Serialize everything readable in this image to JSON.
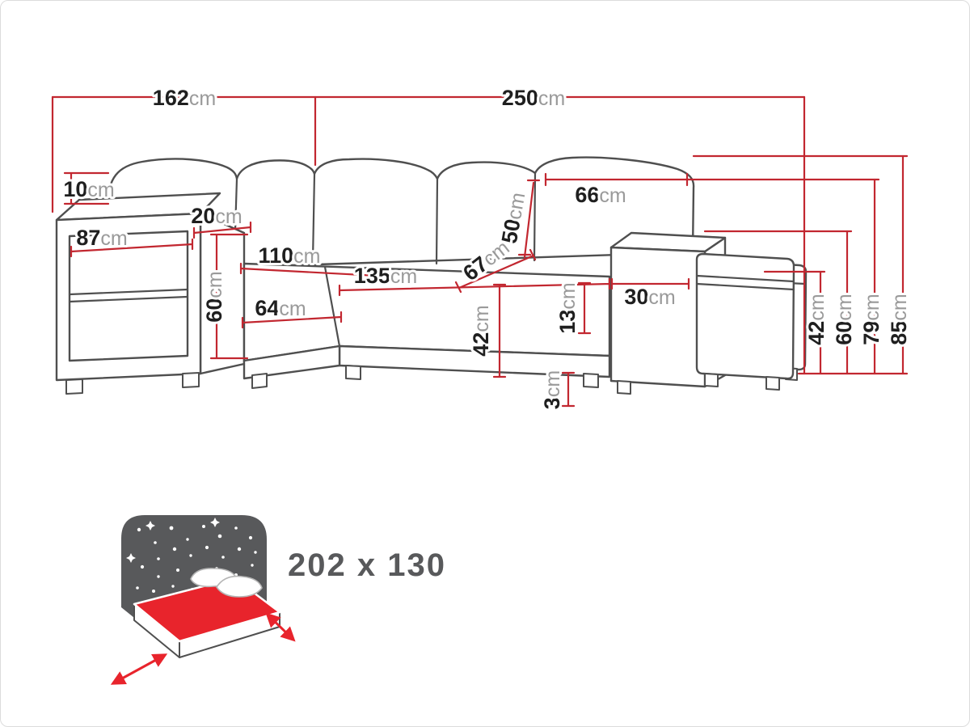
{
  "colors": {
    "accent_red": "#c22730",
    "line_gray": "#4f4f4f",
    "icon_gray": "#58595b",
    "mattress_red": "#e8242c"
  },
  "dimensions": {
    "width_left_section": {
      "num": "162",
      "unit": "cm"
    },
    "width_right_section": {
      "num": "250",
      "unit": "cm"
    },
    "backrest_above_armrest": {
      "num": "10",
      "unit": "cm"
    },
    "armrest_top_width": {
      "num": "20",
      "unit": "cm"
    },
    "shelf_unit_width": {
      "num": "87",
      "unit": "cm"
    },
    "corner_depth": {
      "num": "110",
      "unit": "cm"
    },
    "seat_length": {
      "num": "135",
      "unit": "cm"
    },
    "chaise_front_width": {
      "num": "64",
      "unit": "cm"
    },
    "shelf_unit_height": {
      "num": "60",
      "unit": "cm"
    },
    "seat_depth": {
      "num": "67",
      "unit": "cm"
    },
    "backrest_pillow_height": {
      "num": "50",
      "unit": "cm"
    },
    "back_cushion_width": {
      "num": "66",
      "unit": "cm"
    },
    "seat_height": {
      "num": "42",
      "unit": "cm"
    },
    "seat_cushion_thickness": {
      "num": "13",
      "unit": "cm"
    },
    "pouffe_top_width": {
      "num": "30",
      "unit": "cm"
    },
    "leg_height": {
      "num": "3",
      "unit": "cm"
    },
    "pouffe_height": {
      "num": "42",
      "unit": "cm"
    },
    "armrest_height": {
      "num": "60",
      "unit": "cm"
    },
    "back_height": {
      "num": "79",
      "unit": "cm"
    },
    "total_height": {
      "num": "85",
      "unit": "cm"
    }
  },
  "sleeping_area": {
    "label": "202 x 130"
  }
}
